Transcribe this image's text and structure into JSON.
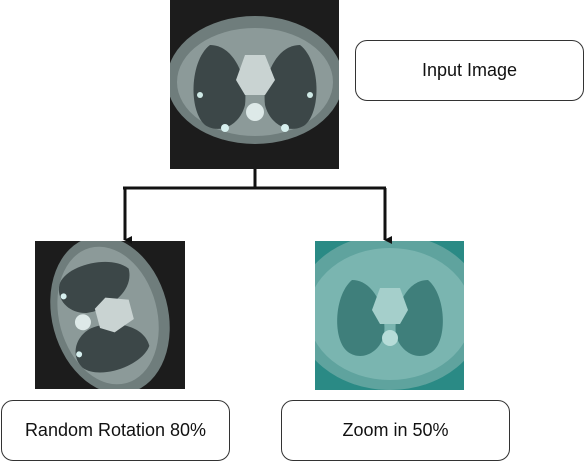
{
  "nodes": {
    "input": {
      "label": "Input Image"
    },
    "rotation": {
      "label": "Random Rotation 80%"
    },
    "zoom": {
      "label": "Zoom in 50%"
    }
  },
  "colors": {
    "ct_background": "#1a1a1a",
    "ct_body": "#8a9a98",
    "ct_lung": "#3a4648",
    "ct_bone": "#dfeeee",
    "zoom_tint_background": "#2a8a85",
    "zoom_tint_body": "#7ab5b0",
    "arrow": "#111111"
  },
  "icons": {
    "input": "ct-scan-image",
    "rotation": "rotated-ct-scan-image",
    "zoom": "zoomed-ct-scan-image"
  }
}
